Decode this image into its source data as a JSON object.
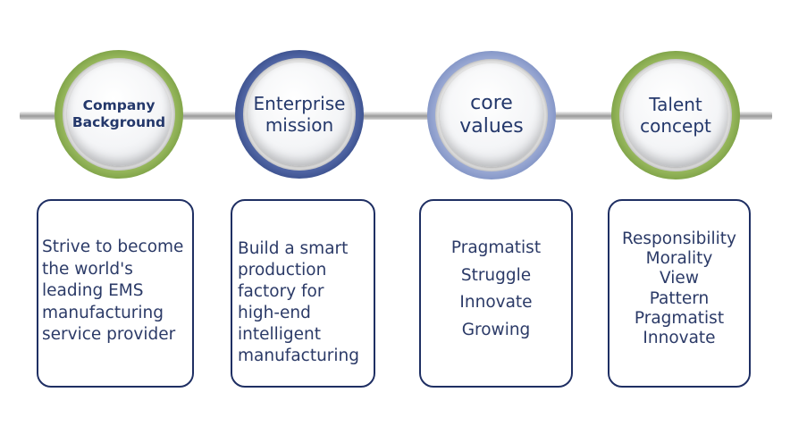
{
  "steps": [
    {
      "title": [
        "Company",
        "Background"
      ],
      "body": [
        "Strive to become",
        "the world's",
        "leading EMS",
        "manufacturing",
        "service provider"
      ]
    },
    {
      "title": [
        "Enterprise",
        "mission"
      ],
      "body": [
        "Build a smart",
        "production",
        "factory for",
        "high-end",
        "intelligent",
        "manufacturing"
      ]
    },
    {
      "title": [
        "core",
        "values"
      ],
      "body": [
        "Pragmatist",
        "Struggle",
        "Innovate",
        "Growing"
      ]
    },
    {
      "title": [
        "Talent",
        "concept"
      ],
      "body": [
        "Responsibility",
        "Morality",
        "View",
        "Pattern",
        "Pragmatist",
        "Innovate"
      ]
    }
  ],
  "colors": {
    "green_ring": "#7fa348",
    "blue_ring": "#3d528f",
    "light_blue_ring": "#8395c6",
    "text": "#24386b",
    "box_border": "#1f2f63"
  }
}
